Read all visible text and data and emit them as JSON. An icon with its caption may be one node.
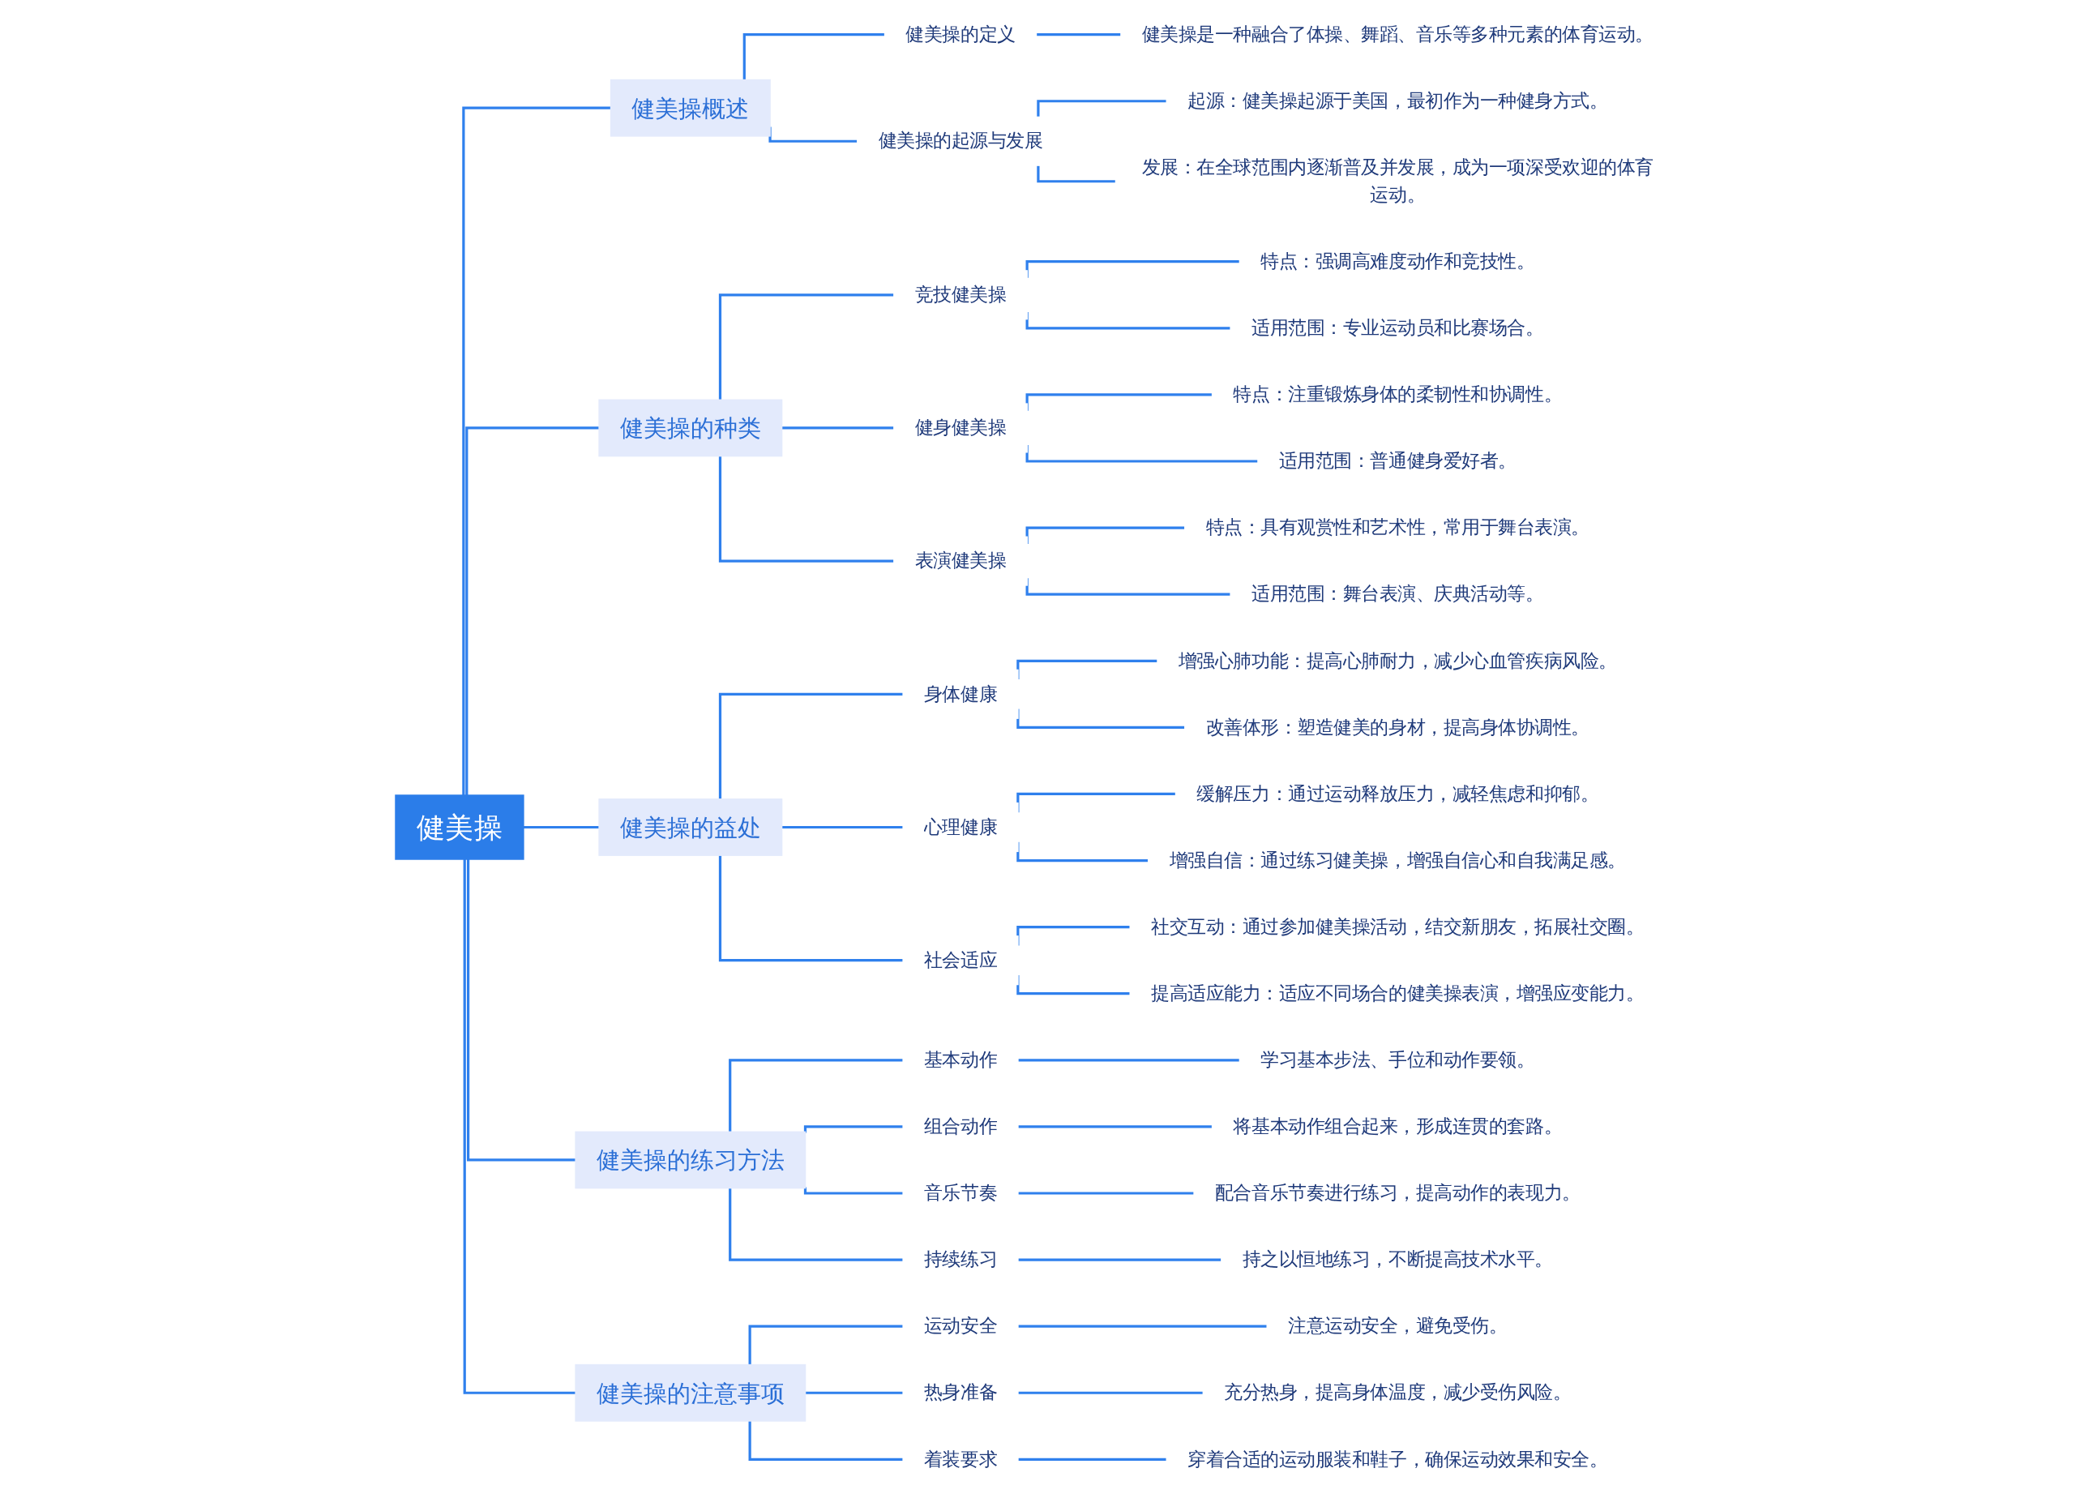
{
  "diagram": {
    "nodes": [
      {
        "text": [
          "健美操"
        ]
      },
      {
        "text": [
          "健美操概述"
        ]
      },
      {
        "text": [
          "健美操的定义"
        ]
      },
      {
        "text": [
          "健美操是一种融合了体操、舞蹈、音乐等多种元素的体育运动。"
        ]
      },
      {
        "text": [
          "健美操的起源与发展"
        ]
      },
      {
        "text": [
          "起源：健美操起源于美国，最初作为一种健身方式。"
        ]
      },
      {
        "text": [
          "发展：在全球范围内逐渐普及并发展，成为一项深受欢迎的体育运动。"
        ]
      },
      {
        "text": [
          "健美操的种类"
        ]
      },
      {
        "text": [
          "竞技健美操"
        ]
      },
      {
        "text": [
          "特点：强调高难度动作和竞技性。"
        ]
      },
      {
        "text": [
          "适用范围：专业运动员和比赛场合。"
        ]
      },
      {
        "text": [
          "健身健美操"
        ]
      },
      {
        "text": [
          "特点：注重锻炼身体的柔韧性和协调性。"
        ]
      },
      {
        "text": [
          "适用范围：普通健身爱好者。"
        ]
      },
      {
        "text": [
          "表演健美操"
        ]
      },
      {
        "text": [
          "特点：具有观赏性和艺术性，常用于舞台表演。"
        ]
      },
      {
        "text": [
          "适用范围：舞台表演、庆典活动等。"
        ]
      },
      {
        "text": [
          "健美操的益处"
        ]
      },
      {
        "text": [
          "身体健康"
        ]
      },
      {
        "text": [
          "增强心肺功能：提高心肺耐力，减少心血管疾病风险。"
        ]
      },
      {
        "text": [
          "改善体形：塑造健美的身材，提高身体协调性。"
        ]
      },
      {
        "text": [
          "心理健康"
        ]
      },
      {
        "text": [
          "缓解压力：通过运动释放压力，减轻焦虑和抑郁。"
        ]
      },
      {
        "text": [
          "增强自信：通过练习健美操，增强自信心和自我满足感。"
        ]
      },
      {
        "text": [
          "社会适应"
        ]
      },
      {
        "text": [
          "社交互动：通过参加健美操活动，结交新朋友，拓展社交圈。"
        ]
      },
      {
        "text": [
          "提高适应能力：适应不同场合的健美操表演，增强应变能力。"
        ]
      },
      {
        "text": [
          "健美操的练习方法"
        ]
      },
      {
        "text": [
          "基本动作"
        ]
      },
      {
        "text": [
          "学习基本步法、手位和动作要领。"
        ]
      },
      {
        "text": [
          "组合动作"
        ]
      },
      {
        "text": [
          "将基本动作组合起来，形成连贯的套路。"
        ]
      },
      {
        "text": [
          "音乐节奏"
        ]
      },
      {
        "text": [
          "配合音乐节奏进行练习，提高动作的表现力。"
        ]
      },
      {
        "text": [
          "持续练习"
        ]
      },
      {
        "text": [
          "持之以恒地练习，不断提高技术水平。"
        ]
      },
      {
        "text": [
          "健美操的注意事项"
        ]
      },
      {
        "text": [
          "运动安全"
        ]
      },
      {
        "text": [
          "注意运动安全，避免受伤。"
        ]
      },
      {
        "text": [
          "热身准备"
        ]
      },
      {
        "text": [
          "充分热身，提高身体温度，减少受伤风险。"
        ]
      },
      {
        "text": [
          "着装要求"
        ]
      },
      {
        "text": [
          "穿着合适的运动服装和鞋子，确保运动效果和安全。"
        ]
      }
    ],
    "edges": [
      {
        "from": 0,
        "to": 1,
        "arrow": "none"
      },
      {
        "from": 1,
        "to": 2,
        "arrow": "none"
      },
      {
        "from": 2,
        "to": 3,
        "arrow": "none"
      },
      {
        "from": 1,
        "to": 4,
        "arrow": "none"
      },
      {
        "from": 4,
        "to": 5,
        "arrow": "none"
      },
      {
        "from": 4,
        "to": 6,
        "arrow": "none"
      },
      {
        "from": 0,
        "to": 7,
        "arrow": "none"
      },
      {
        "from": 7,
        "to": 8,
        "arrow": "none"
      },
      {
        "from": 8,
        "to": 9,
        "arrow": "none"
      },
      {
        "from": 8,
        "to": 10,
        "arrow": "none"
      },
      {
        "from": 7,
        "to": 11,
        "arrow": "none"
      },
      {
        "from": 11,
        "to": 12,
        "arrow": "none"
      },
      {
        "from": 11,
        "to": 13,
        "arrow": "none"
      },
      {
        "from": 7,
        "to": 14,
        "arrow": "none"
      },
      {
        "from": 14,
        "to": 15,
        "arrow": "none"
      },
      {
        "from": 14,
        "to": 16,
        "arrow": "none"
      },
      {
        "from": 0,
        "to": 17,
        "arrow": "none"
      },
      {
        "from": 17,
        "to": 18,
        "arrow": "none"
      },
      {
        "from": 18,
        "to": 19,
        "arrow": "none"
      },
      {
        "from": 18,
        "to": 20,
        "arrow": "none"
      },
      {
        "from": 17,
        "to": 21,
        "arrow": "none"
      },
      {
        "from": 21,
        "to": 22,
        "arrow": "none"
      },
      {
        "from": 21,
        "to": 23,
        "arrow": "none"
      },
      {
        "from": 17,
        "to": 24,
        "arrow": "none"
      },
      {
        "from": 24,
        "to": 25,
        "arrow": "none"
      },
      {
        "from": 24,
        "to": 26,
        "arrow": "none"
      },
      {
        "from": 0,
        "to": 27,
        "arrow": "none"
      },
      {
        "from": 27,
        "to": 28,
        "arrow": "none"
      },
      {
        "from": 28,
        "to": 29,
        "arrow": "none"
      },
      {
        "from": 27,
        "to": 30,
        "arrow": "none"
      },
      {
        "from": 30,
        "to": 31,
        "arrow": "none"
      },
      {
        "from": 27,
        "to": 32,
        "arrow": "none"
      },
      {
        "from": 32,
        "to": 33,
        "arrow": "none"
      },
      {
        "from": 27,
        "to": 34,
        "arrow": "none"
      },
      {
        "from": 34,
        "to": 35,
        "arrow": "none"
      },
      {
        "from": 0,
        "to": 36,
        "arrow": "none"
      },
      {
        "from": 36,
        "to": 37,
        "arrow": "none"
      },
      {
        "from": 37,
        "to": 38,
        "arrow": "none"
      },
      {
        "from": 36,
        "to": 39,
        "arrow": "none"
      },
      {
        "from": 39,
        "to": 40,
        "arrow": "none"
      },
      {
        "from": 36,
        "to": 41,
        "arrow": "none"
      },
      {
        "from": 41,
        "to": 42,
        "arrow": "none"
      }
    ]
  }
}
